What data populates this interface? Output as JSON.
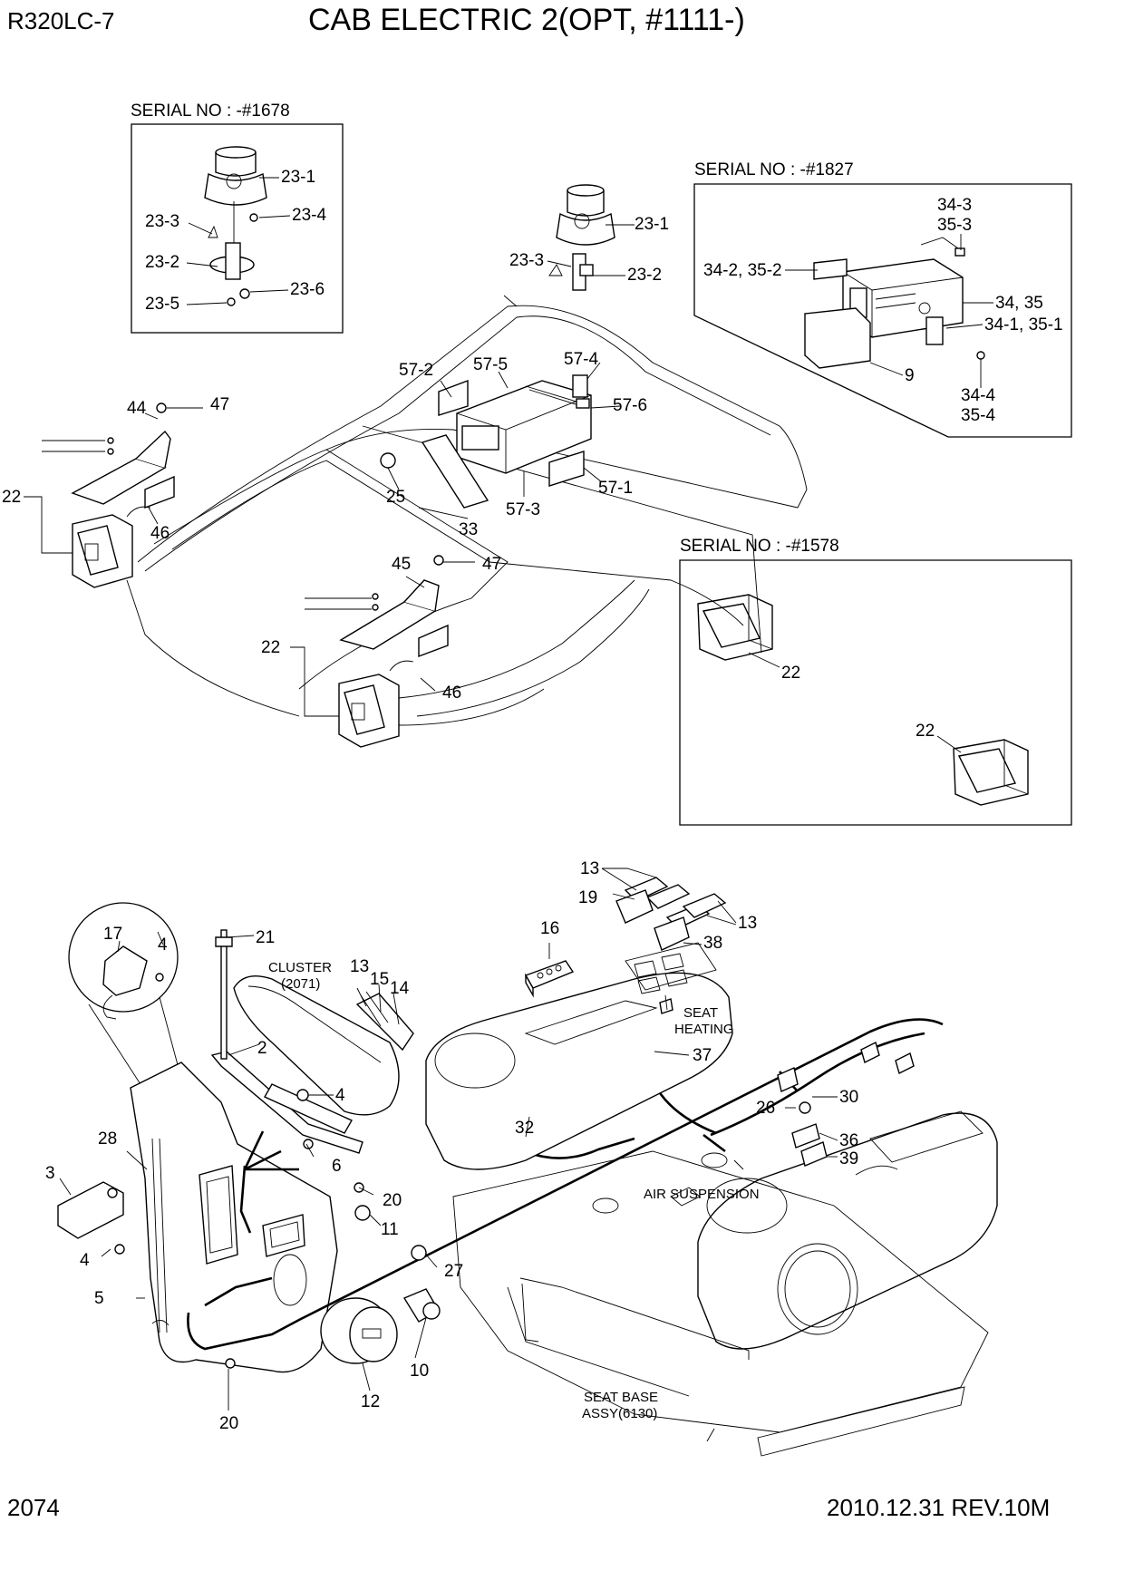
{
  "header": {
    "model": "R320LC-7",
    "title": "CAB ELECTRIC 2(OPT, #1111-)"
  },
  "footer": {
    "page_number": "2074",
    "revision": "2010.12.31  REV.10M"
  },
  "insets": {
    "beacon": {
      "caption": "SERIAL NO : -#1678",
      "labels": [
        "23-1",
        "23-3",
        "23-4",
        "23-2",
        "23-6",
        "23-5"
      ]
    },
    "radio": {
      "caption": "SERIAL NO : -#1827",
      "labels": [
        "34-3",
        "35-3",
        "34-2, 35-2",
        "34, 35",
        "34-1, 35-1",
        "9",
        "34-4",
        "35-4"
      ]
    },
    "lamps": {
      "caption": "SERIAL NO : -#1578",
      "labels": [
        "22",
        "22"
      ]
    }
  },
  "cab_roof": {
    "labels": [
      "23-1",
      "23-3",
      "23-2",
      "57-2",
      "57-5",
      "57-4",
      "57-6",
      "57-1",
      "57-3",
      "25",
      "33",
      "44",
      "47",
      "22",
      "46",
      "45",
      "47",
      "22",
      "46"
    ]
  },
  "console": {
    "labels": [
      "17",
      "4",
      "21",
      "13",
      "15",
      "14",
      "2",
      "4",
      "28",
      "6",
      "20",
      "3",
      "11",
      "4",
      "5",
      "27",
      "10",
      "12",
      "20",
      "16",
      "13",
      "19",
      "13",
      "38",
      "37",
      "26",
      "30",
      "36",
      "39",
      "32"
    ],
    "notes": {
      "cluster": "CLUSTER",
      "cluster_ref": "(2071)",
      "seat_heating_1": "SEAT",
      "seat_heating_2": "HEATING",
      "air_suspension": "AIR SUSPENSION",
      "seat_base_1": "SEAT BASE",
      "seat_base_2": "ASSY(6130)"
    }
  }
}
